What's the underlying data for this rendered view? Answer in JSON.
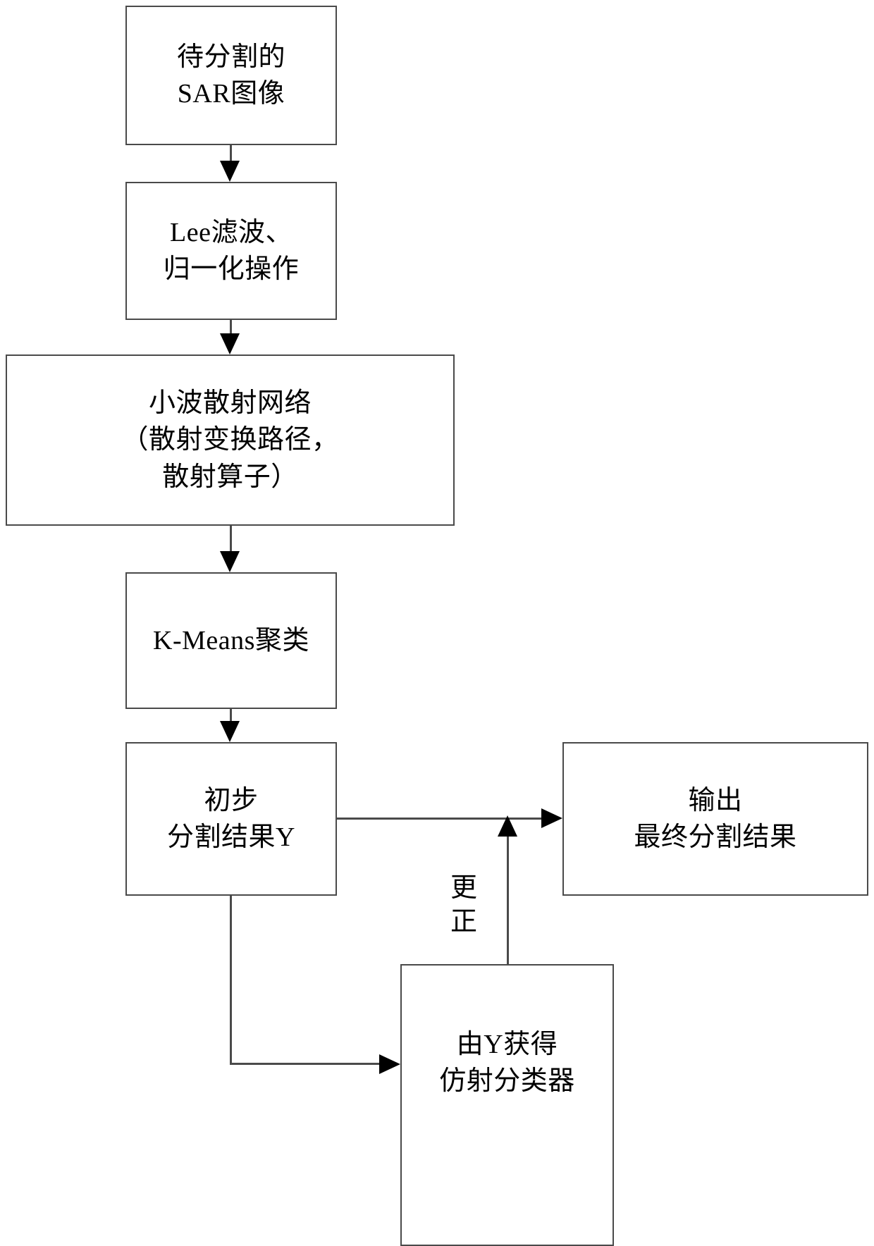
{
  "diagram": {
    "title": "SAR image segmentation flowchart",
    "colors": {
      "box_border": "#4a4a4a",
      "arrow": "#000000",
      "background": "#ffffff",
      "text": "#000000"
    },
    "nodes": [
      {
        "id": "input",
        "label": "待分割的\nSAR图像"
      },
      {
        "id": "preprocess",
        "label": "Lee滤波、\n归一化操作"
      },
      {
        "id": "scatternet",
        "label": "小波散射网络\n（散射变换路径，\n散射算子）"
      },
      {
        "id": "kmeans",
        "label": "K-Means聚类"
      },
      {
        "id": "initial",
        "label": "初步\n分割结果Y"
      },
      {
        "id": "output",
        "label": "输出\n最终分割结果"
      },
      {
        "id": "classifier",
        "label": "由Y获得\n仿射分类器"
      }
    ],
    "edges": [
      {
        "id": "e1",
        "from": "input",
        "to": "preprocess",
        "label": ""
      },
      {
        "id": "e2",
        "from": "preprocess",
        "to": "scatternet",
        "label": ""
      },
      {
        "id": "e3",
        "from": "scatternet",
        "to": "kmeans",
        "label": ""
      },
      {
        "id": "e4",
        "from": "kmeans",
        "to": "initial",
        "label": ""
      },
      {
        "id": "e5",
        "from": "initial",
        "to": "output",
        "label": ""
      },
      {
        "id": "e6",
        "from": "initial",
        "to": "classifier",
        "label": ""
      },
      {
        "id": "e7",
        "from": "classifier",
        "to": "output",
        "label": "更\n正"
      }
    ],
    "edge_labels": {
      "correct": "更\n正"
    }
  }
}
